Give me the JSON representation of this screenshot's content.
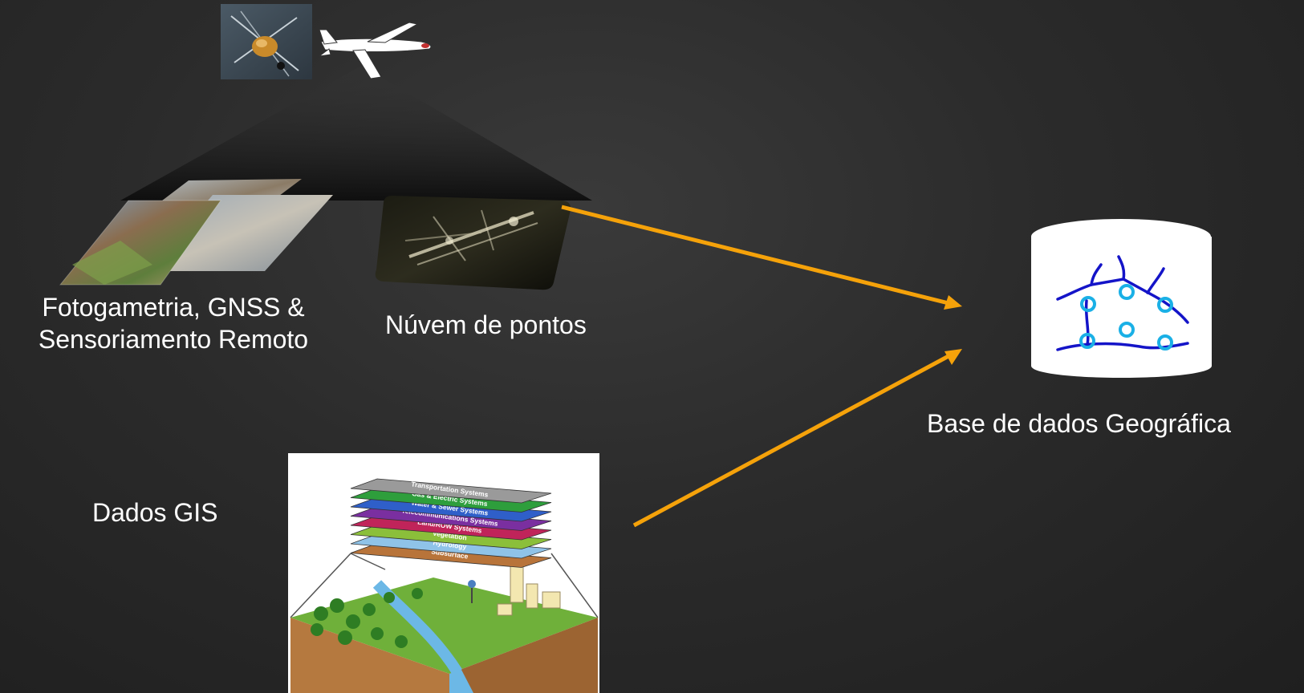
{
  "labels": {
    "photogrammetry_line1": "Fotogametria, GNSS &",
    "photogrammetry_line2": "Sensoriamento Remoto",
    "point_cloud": "Núvem de pontos",
    "gis_data": "Dados GIS",
    "geo_database": "Base de dados Geográfica"
  },
  "gis_layers": [
    "Transportation Systems",
    "Gas & Electric Systems",
    "Water & Sewer Systems",
    "Telecommunications Systems",
    "Land/ROW Systems",
    "Vegetation",
    "Hydrology",
    "Subsurface"
  ],
  "colors": {
    "arrow": "#f5a20a",
    "database_fill": "#ffffff",
    "network_line": "#1414c8",
    "network_node": "#1ab0e6",
    "layer_colors": [
      "#9a9a9a",
      "#2e9e3c",
      "#2f5fc9",
      "#7a2fa0",
      "#c0245a",
      "#8bbf3a",
      "#8fc3e8",
      "#b8743a"
    ]
  },
  "icons": {
    "satellite": "satellite-icon",
    "airplane": "airplane-icon",
    "database": "database-icon"
  }
}
